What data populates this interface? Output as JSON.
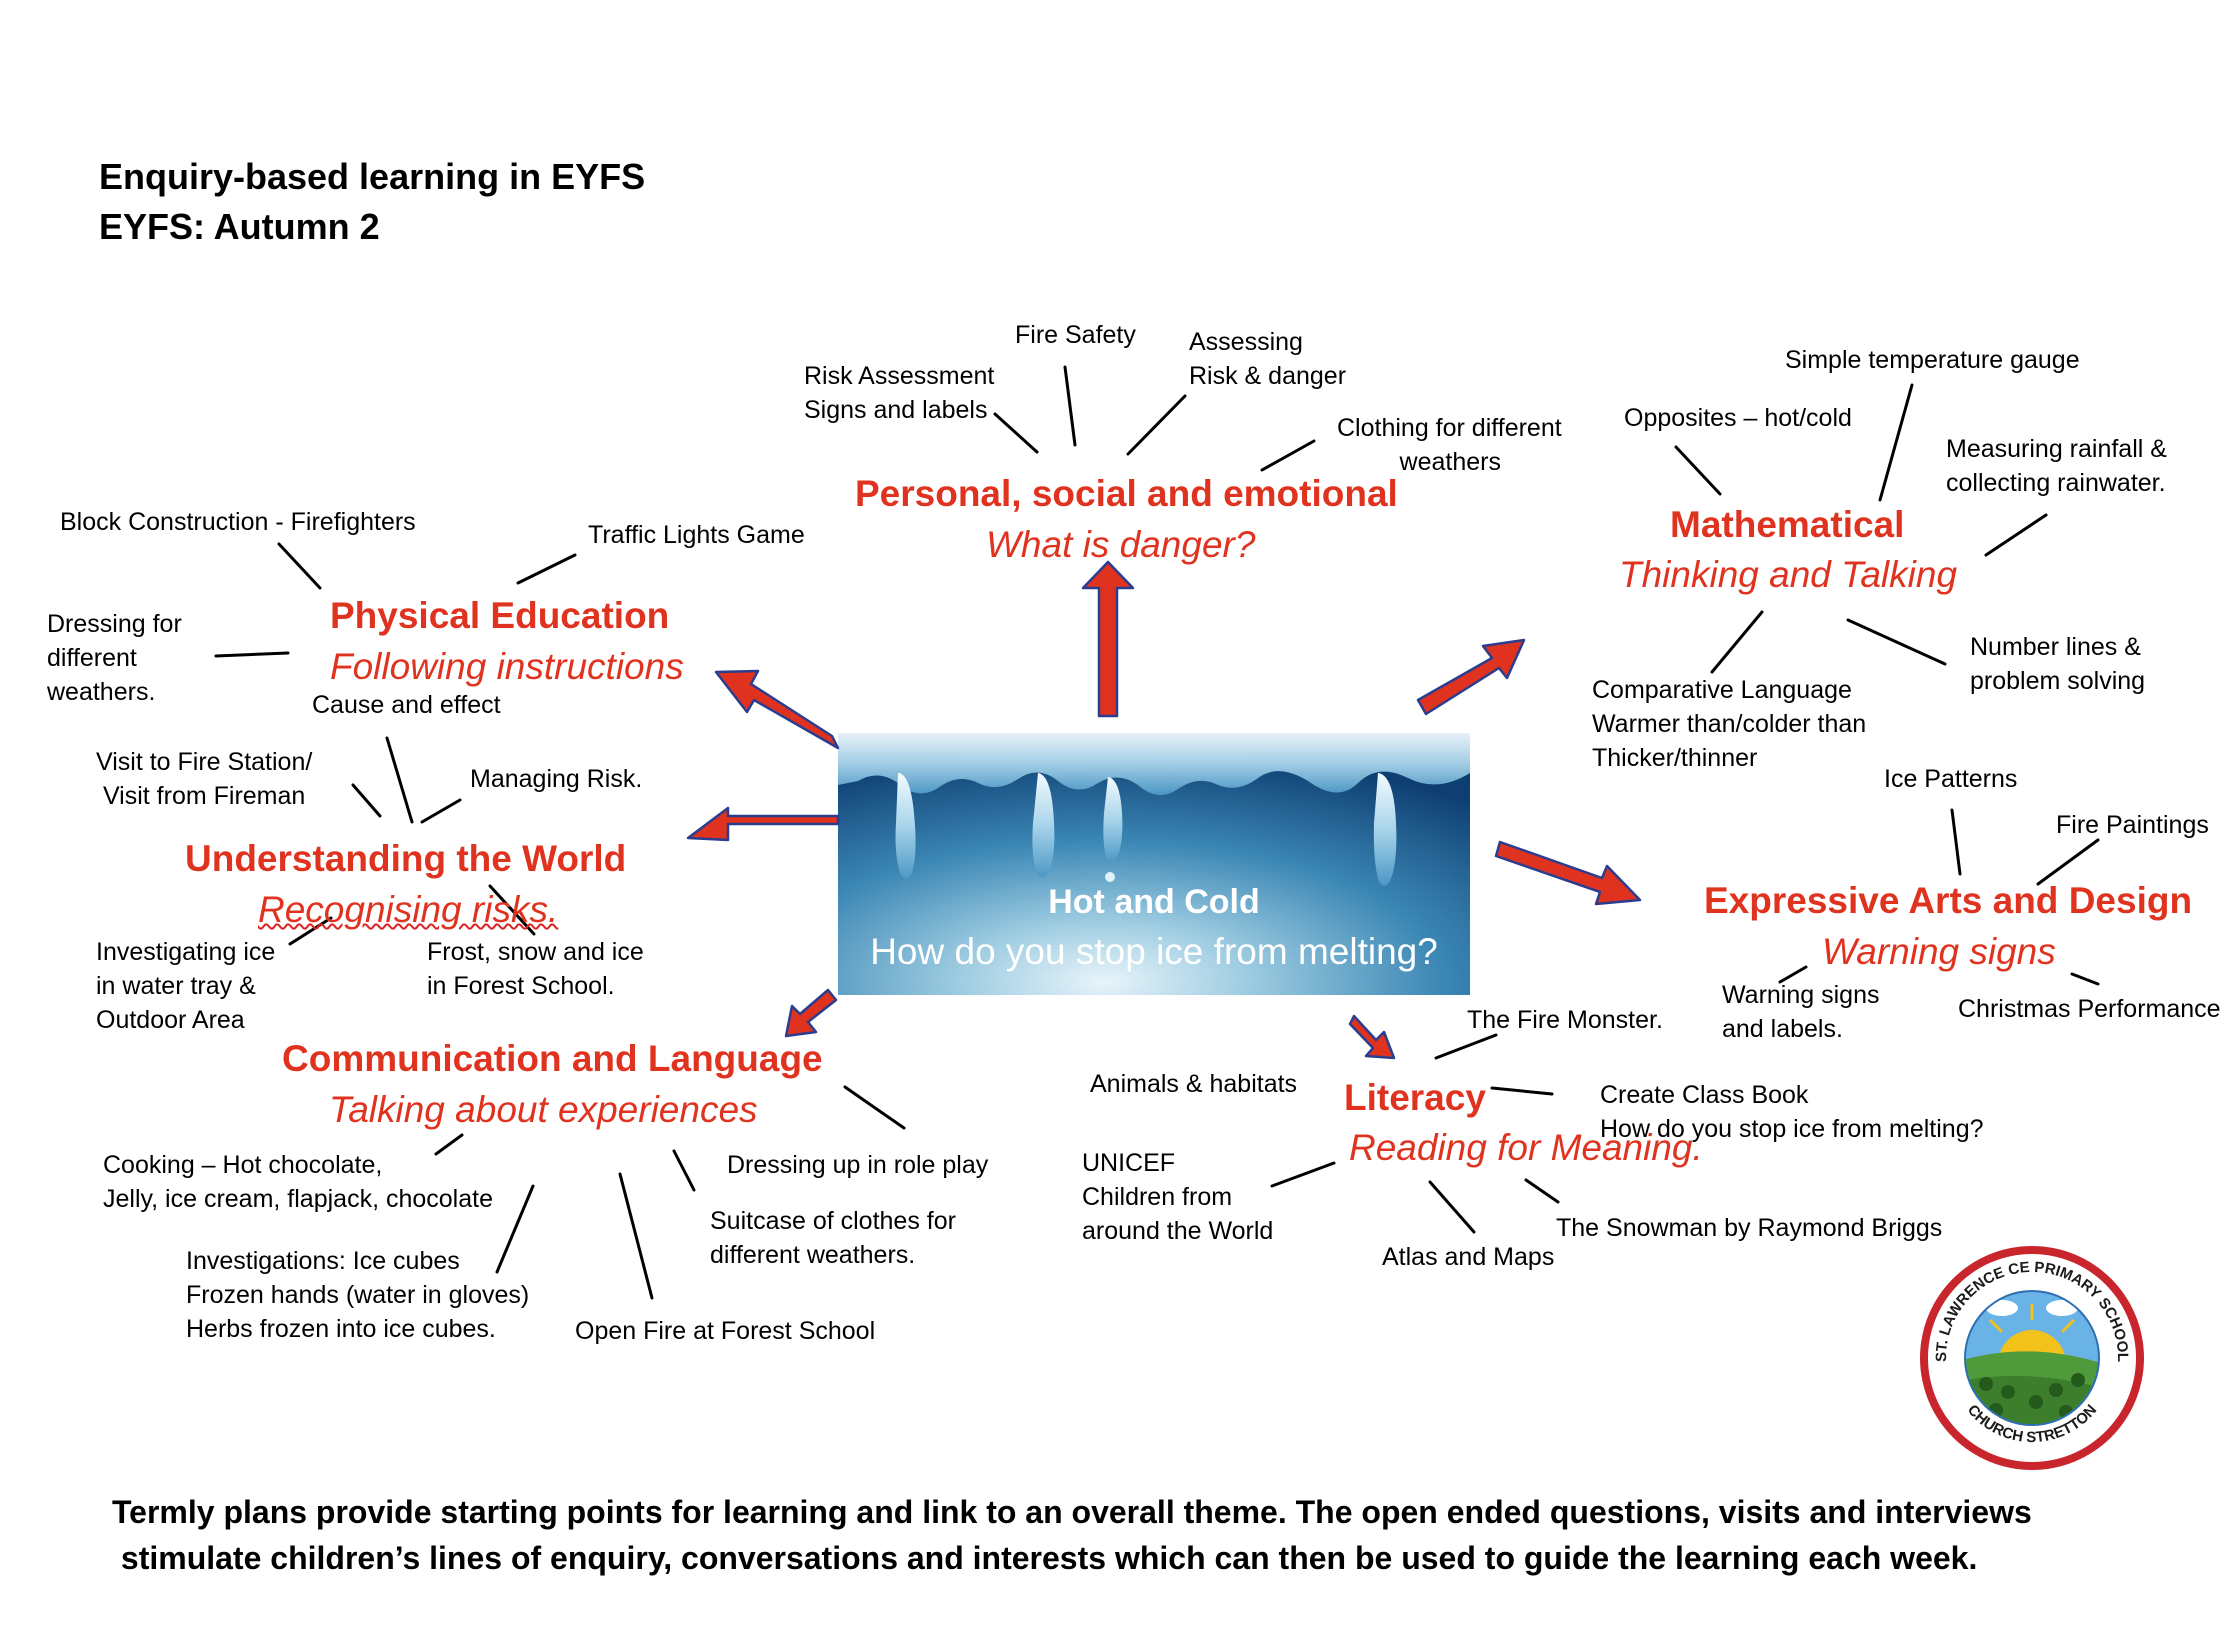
{
  "header": {
    "line1": "Enquiry-based learning in EYFS",
    "line2": "EYFS: Autumn 2"
  },
  "center": {
    "title": "Hot and Cold",
    "question": "How do you stop ice from melting?"
  },
  "areas": {
    "pse": {
      "title": "Personal, social and emotional",
      "subtitle": "What is danger?"
    },
    "math": {
      "title": "Mathematical",
      "subtitle": "Thinking and Talking"
    },
    "pe": {
      "title": "Physical Education",
      "subtitle": "Following instructions"
    },
    "utw": {
      "title": "Understanding the World",
      "subtitle": "Recognising risks."
    },
    "ead": {
      "title": "Expressive Arts and Design",
      "subtitle": "Warning signs"
    },
    "cl": {
      "title": "Communication and Language",
      "subtitle": "Talking about experiences"
    },
    "lit": {
      "title": "Literacy",
      "subtitle": "Reading for Meaning."
    }
  },
  "items": {
    "fire_safety": "Fire Safety",
    "risk_assessment": "Risk Assessment\nSigns and labels",
    "assessing": "Assessing\nRisk & danger",
    "clothing": "Clothing for different\n         weathers",
    "simple_temp": "Simple temperature gauge",
    "opposites": "Opposites – hot/cold",
    "rainfall": "Measuring rainfall &\ncollecting rainwater.",
    "number_lines": "Number lines &\nproblem solving",
    "comparative": "Comparative Language\nWarmer than/colder than\nThicker/thinner",
    "block": "Block Construction - Firefighters",
    "traffic": "Traffic Lights Game",
    "dressing_pe": "Dressing for\ndifferent\nweathers.",
    "cause": "Cause and effect",
    "visit": "Visit to Fire Station/\n Visit from Fireman",
    "managing": "Managing Risk.",
    "investigating": "Investigating ice\nin water tray &\nOutdoor Area",
    "frost": "Frost, snow and ice\nin Forest School.",
    "ice_patterns": "Ice Patterns",
    "fire_paintings": "Fire Paintings",
    "warning_labels": "Warning signs\nand labels.",
    "christmas": "Christmas Performance",
    "fire_monster": "The Fire Monster.",
    "animals": "Animals & habitats",
    "class_book": "Create Class Book\nHow do you stop ice from melting?",
    "unicef": "UNICEF\nChildren from\naround the World",
    "atlas": "Atlas and Maps",
    "snowman": "The Snowman by Raymond Briggs",
    "cooking": "Cooking – Hot chocolate,\nJelly, ice cream, flapjack, chocolate",
    "dressing_up": "Dressing up in role play",
    "suitcase": "Suitcase of clothes for\ndifferent weathers.",
    "investigations": "Investigations: Ice cubes\nFrozen hands (water in gloves)\nHerbs frozen into ice cubes.",
    "open_fire": "Open Fire at Forest School"
  },
  "logo": {
    "top_text": "ST. LAWRENCE CE PRIMARY SCHOOL",
    "bottom_text": "CHURCH STRETTON"
  },
  "footer": {
    "line1": "Termly plans provide starting points for learning and link to an overall theme. The open ended questions, visits and interviews",
    "line2": " stimulate children’s lines of enquiry, conversations and interests which can then be used to guide the learning each week."
  },
  "colors": {
    "area_red": "#e0331f",
    "arrow_red": "#e0331f",
    "arrow_outline": "#2b3d8f"
  }
}
